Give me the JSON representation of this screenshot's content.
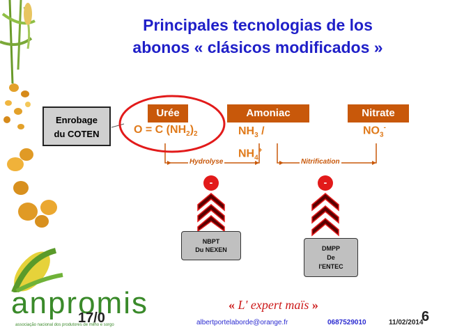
{
  "title": {
    "line1": "Principales tecnologias de los",
    "line2": "abonos « clásicos modificados »"
  },
  "coating": {
    "line1": "Enrobage",
    "line2": "du COTEN"
  },
  "compounds": {
    "uree": {
      "label": "Urée",
      "formula": "O = C (NH",
      "formula_sub": "2",
      "formula_end": ")",
      "formula_end_sub": "2"
    },
    "amoniac": {
      "label": "Amoniac",
      "formula_a": "NH",
      "formula_a_sub": "3",
      "formula_slash": " /",
      "formula_b": "NH",
      "formula_b_sub": "4",
      "formula_b_sup": "+"
    },
    "nitrate": {
      "label": "Nitrate",
      "formula": "NO",
      "formula_sub": "3",
      "formula_sup": "-"
    }
  },
  "processes": {
    "hydrolyse": "Hydrolyse",
    "nitrification": "Nitrification"
  },
  "inhibitors": [
    {
      "sign": "-",
      "line1": "NBPT",
      "line2": "Du NEXEN"
    },
    {
      "sign": "-",
      "line1": "DMPP",
      "line2": "De",
      "line3": "l'ENTEC"
    }
  ],
  "footer": {
    "logo": "anpromis",
    "logo_sub": "associação nacional dos produtores de milho e sorgo",
    "slide_counter": "17/0",
    "slogan_quote_open": "«",
    "slogan": "L' expert maïs",
    "slogan_quote_close": "»",
    "email": "albertportelaborde@orange.fr",
    "phone": "0687529010",
    "date": "11/02/2014",
    "page_number": "6"
  },
  "colors": {
    "title": "#1f1fc8",
    "accent": "#c8580a",
    "formula": "#e07a1a",
    "circle": "#e21a1a",
    "email": "#2a2ad0"
  }
}
